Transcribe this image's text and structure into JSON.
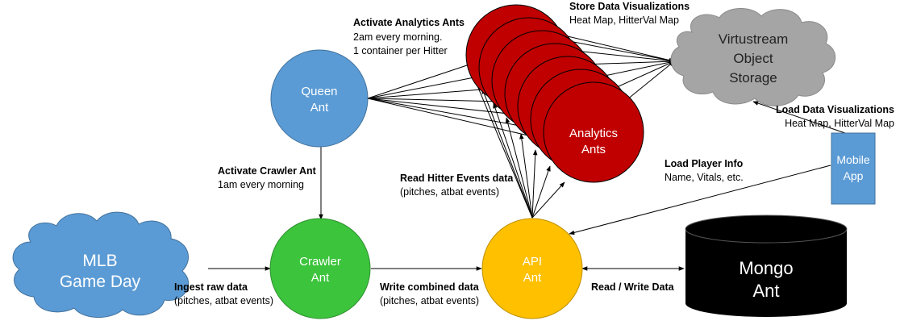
{
  "colors": {
    "queen": "#5b9bd5",
    "crawler": "#3cc43c",
    "api": "#ffc000",
    "analytics": "#c00000",
    "cloud_blue": "#5b9bd5",
    "cloud_gray": "#a5a5a5",
    "mongo": "#000000",
    "mobile": "#5b9bd5"
  },
  "nodes": {
    "queen": {
      "line1": "Queen",
      "line2": "Ant"
    },
    "crawler": {
      "line1": "Crawler",
      "line2": "Ant"
    },
    "api": {
      "line1": "API",
      "line2": "Ant"
    },
    "analytics": {
      "line1": "Analytics",
      "line2": "Ants"
    },
    "mlb": {
      "line1": "MLB",
      "line2": "Game Day"
    },
    "storage": {
      "line1": "Virtustream",
      "line2": "Object",
      "line3": "Storage"
    },
    "mongo": {
      "line1": "Mongo",
      "line2": "Ant"
    },
    "mobile": {
      "line1": "Mobile",
      "line2": "App"
    }
  },
  "labels": {
    "activate_analytics": {
      "title": "Activate Analytics Ants",
      "line1": "2am every morning.",
      "line2": "1 container per Hitter"
    },
    "store_viz": {
      "title": "Store Data Visualizations",
      "line1": "Heat Map, HitterVal Map"
    },
    "load_viz": {
      "title": "Load Data Visualizations",
      "line1": "Heat Map, HitterVal Map"
    },
    "load_player": {
      "title": "Load Player Info",
      "line1": "Name, Vitals, etc."
    },
    "activate_crawler": {
      "title": "Activate Crawler Ant",
      "line1": "1am every morning"
    },
    "read_hitter": {
      "title": "Read Hitter Events data",
      "line1": "(pitches, atbat events)"
    },
    "ingest": {
      "title": "Ingest raw data",
      "line1": "(pitches, atbat events)"
    },
    "write_combined": {
      "title": "Write combined data",
      "line1": "(pitches, atbat events)"
    },
    "read_write": {
      "title": "Read / Write Data"
    }
  }
}
